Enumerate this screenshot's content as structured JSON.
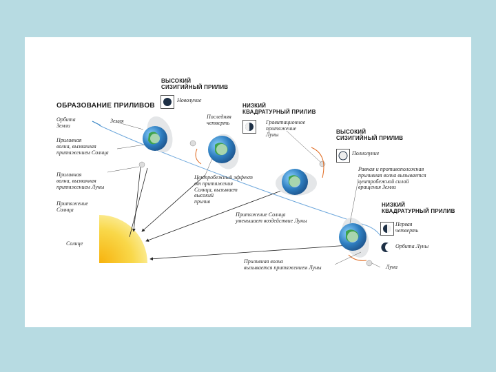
{
  "diagram": {
    "title": "ОБРАЗОВАНИЕ ПРИЛИВОВ",
    "headings": {
      "high_1": "ВЫСОКИЙ\nСИЗИГИЙНЫЙ ПРИЛИВ",
      "low_1": "НИЗКИЙ\nКВАДРАТУРНЫЙ ПРИЛИВ",
      "high_2": "ВЫСОКИЙ\nСИЗИГИЙНЫЙ ПРИЛИВ",
      "low_2": "НИЗКИЙ\nКВАДРАТУРНЫЙ ПРИЛИВ"
    },
    "phases": {
      "new_moon": "Новолуние",
      "last_quarter": "Последняя\nчетверть",
      "full_moon": "Полнолуние",
      "first_quarter": "Первая\nчетверть"
    },
    "labels": {
      "earth_orbit": "Орбита\nЗемли",
      "earth": "Земля",
      "solar_tide": "Приливная\nволна, вызванная\nпритяжением Солнца",
      "lunar_tide": "Приливная\nволна, вызванная\nпритяжением Луны",
      "sun_attraction": "Притяжение\nСолнца",
      "sun": "Солнце",
      "centrifugal": "Центробежный эффект\nот притяжения\nСолнца, вызывает\nвысокий\nприлив",
      "gravitational_pull": "Гравитационное\nпритяжение\nЛуны",
      "sun_weakens": "Притяжение Солнца\nуменьшает воздействие Луны",
      "equal_opposite": "Равная и противоположная\nприливная волна вызывается\nцентробежной силой\nвращения Земли",
      "moon_orbit": "Орбита Луны",
      "moon": "Луна",
      "moon_tide_bottom": "Приливная волна\nвызывается притяжением Луны"
    },
    "colors": {
      "background": "#b7dbe2",
      "sun": "#f2c21a",
      "earth_ocean": "#2f7fc1",
      "earth_land": "#3fa34d",
      "arrow_orange": "#e0691e",
      "orbit_blue": "#6fa8dc",
      "moon_dark": "#1d2f45"
    }
  }
}
